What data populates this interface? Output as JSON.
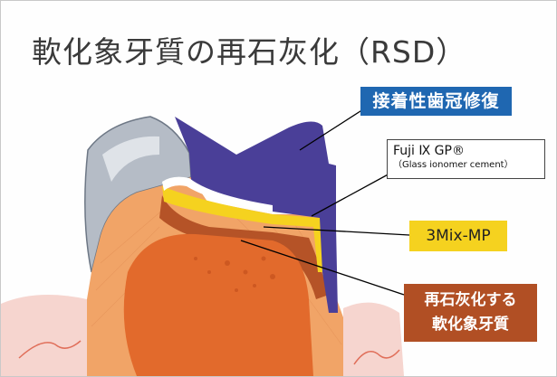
{
  "title": "軟化象牙質の再石灰化（RSD）",
  "labels": {
    "adhesive_restoration": "接着性歯冠修復",
    "fuji_line1": "Fuji Ⅸ GP®",
    "fuji_line2": "（Glass ionomer cement）",
    "mix_mp": "3Mix-MP",
    "remineralizing_line1": "再石灰化する",
    "remineralizing_line2": "軟化象牙質"
  },
  "colors": {
    "restoration_navy": "#4a3f98",
    "label_blue": "#1f67b1",
    "cement_yellow": "#f5d21f",
    "dentin_red_brown": "#b14f24",
    "dentin_orange": "#f1a467",
    "pulp_orange": "#e26a2c",
    "enamel_gray": "#b5bcc6",
    "gum_pink": "#f6d5cf"
  }
}
